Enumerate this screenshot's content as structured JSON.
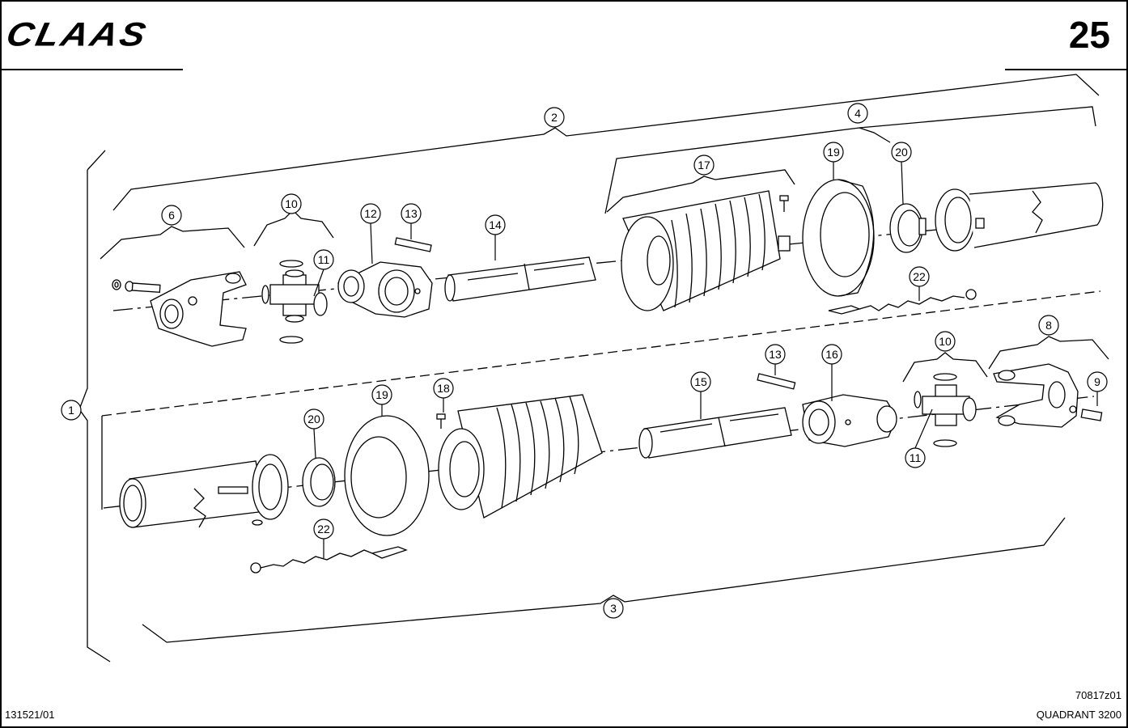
{
  "header": {
    "brand": "CLAAS",
    "page_number": "25"
  },
  "footer": {
    "doc_number": "131521/01",
    "figure_code": "70817z01",
    "model": "QUADRANT 3200"
  },
  "callouts": [
    {
      "id": "c1",
      "label": "1"
    },
    {
      "id": "c2",
      "label": "2"
    },
    {
      "id": "c3",
      "label": "3"
    },
    {
      "id": "c4",
      "label": "4"
    },
    {
      "id": "c6",
      "label": "6"
    },
    {
      "id": "c8",
      "label": "8"
    },
    {
      "id": "c9",
      "label": "9"
    },
    {
      "id": "c10a",
      "label": "10"
    },
    {
      "id": "c10b",
      "label": "10"
    },
    {
      "id": "c11a",
      "label": "11"
    },
    {
      "id": "c11b",
      "label": "11"
    },
    {
      "id": "c12",
      "label": "12"
    },
    {
      "id": "c13a",
      "label": "13"
    },
    {
      "id": "c13b",
      "label": "13"
    },
    {
      "id": "c14",
      "label": "14"
    },
    {
      "id": "c15",
      "label": "15"
    },
    {
      "id": "c16",
      "label": "16"
    },
    {
      "id": "c17",
      "label": "17"
    },
    {
      "id": "c18",
      "label": "18"
    },
    {
      "id": "c19a",
      "label": "19"
    },
    {
      "id": "c19b",
      "label": "19"
    },
    {
      "id": "c20a",
      "label": "20"
    },
    {
      "id": "c20b",
      "label": "20"
    },
    {
      "id": "c22a",
      "label": "22"
    },
    {
      "id": "c22b",
      "label": "22"
    }
  ]
}
